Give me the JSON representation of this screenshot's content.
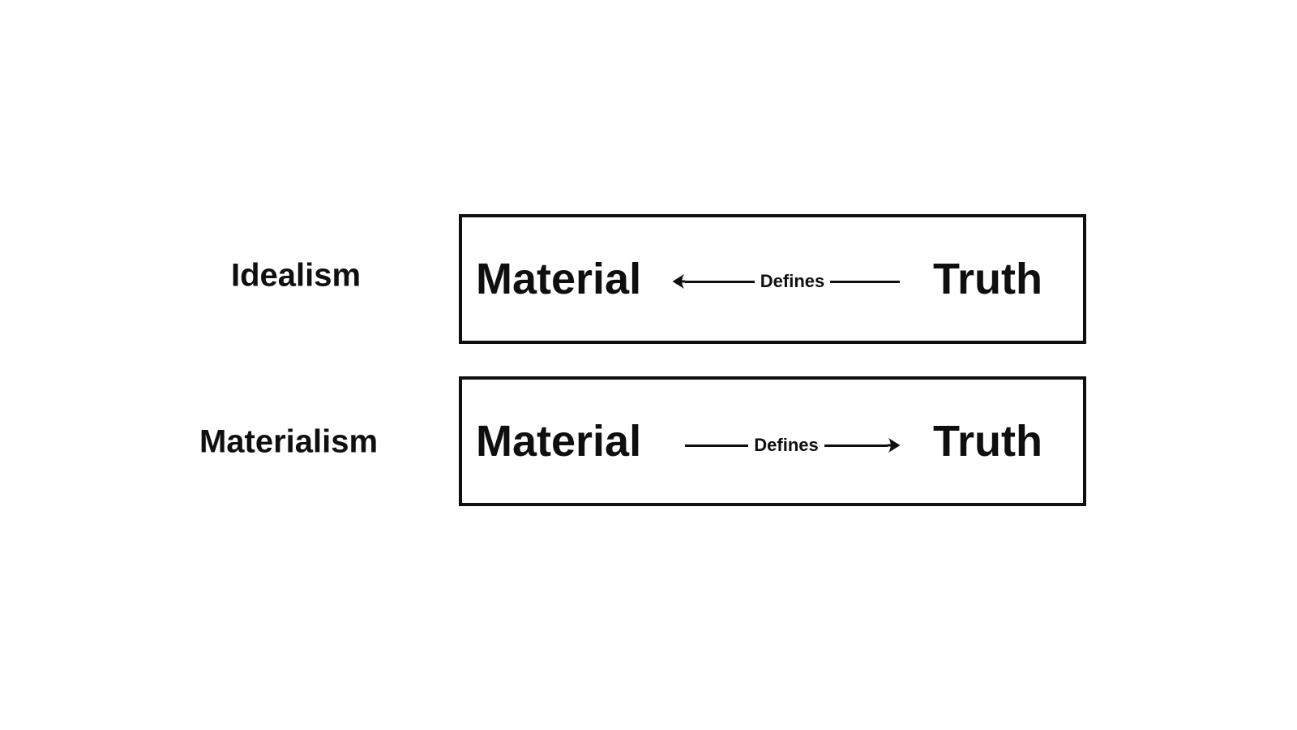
{
  "canvas": {
    "background": "#ffffff",
    "ink": "#0f0f0f"
  },
  "diagram": {
    "rows": [
      {
        "label": "Idealism",
        "left_term": "Material",
        "right_term": "Truth",
        "relation": "Defines",
        "arrow_direction": "left"
      },
      {
        "label": "Materialism",
        "left_term": "Material",
        "right_term": "Truth",
        "relation": "Defines",
        "arrow_direction": "right"
      }
    ]
  }
}
